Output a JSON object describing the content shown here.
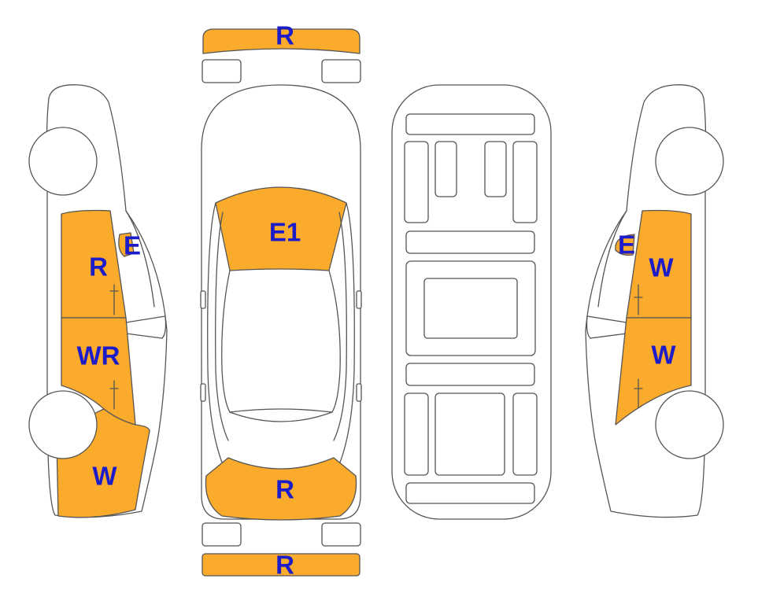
{
  "colors": {
    "damage_fill": "#fbab2c",
    "label_text": "#1c1cc8",
    "outline": "#555555",
    "background": "#ffffff"
  },
  "labels": {
    "front_bumper": "R",
    "hood": "E1",
    "trunk": "R",
    "rear_bumper": "R",
    "left_front_fender_small": "E",
    "left_front_door": "R",
    "left_rear_door": "WR",
    "left_rear_quarter": "W",
    "right_front_fender_small": "E",
    "right_front_door": "W",
    "right_rear_door": "W"
  }
}
